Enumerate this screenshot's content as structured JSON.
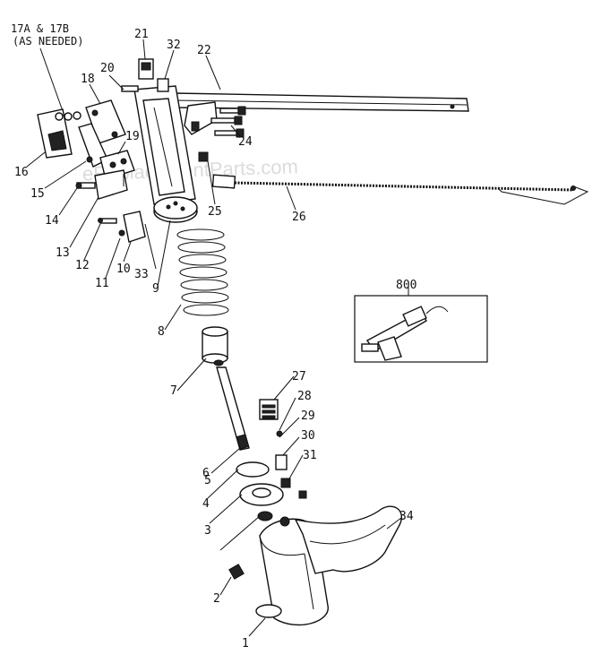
{
  "watermark": "eReplacementParts.com",
  "note": {
    "line1": "17A & 17B",
    "line2": "(AS NEEDED)"
  },
  "labels": {
    "p1": "1",
    "p2": "2",
    "p3": "3",
    "p4": "4",
    "p5": "5",
    "p6": "6",
    "p7": "7",
    "p8": "8",
    "p9": "9",
    "p10": "10",
    "p11": "11",
    "p12": "12",
    "p13": "13",
    "p14": "14",
    "p15": "15",
    "p16": "16",
    "p18": "18",
    "p19": "19",
    "p20": "20",
    "p21": "21",
    "p22": "22",
    "p24": "24",
    "p25": "25",
    "p26": "26",
    "p27": "27",
    "p28": "28",
    "p29": "29",
    "p30": "30",
    "p31": "31",
    "p32": "32",
    "p33": "33",
    "p34": "34",
    "p800": "800"
  }
}
